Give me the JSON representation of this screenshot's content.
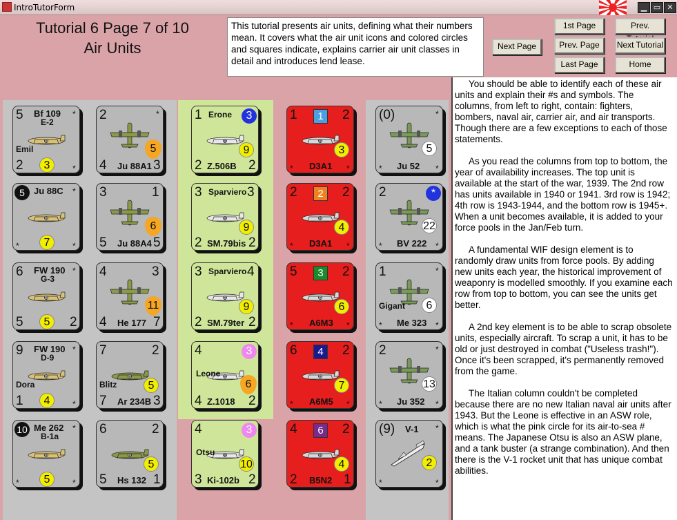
{
  "window": {
    "title": "IntroTutorForm"
  },
  "header": {
    "title": "Tutorial 6   Page 7 of 10",
    "subtitle": "Air Units",
    "intro": "This tutorial presents air units, defining what their numbers mean.  It covers what the air unit icons and colored circles and squares indicate, explains carrier air unit classes in detail and introduces lend lease."
  },
  "buttons": {
    "next_page": "Next Page",
    "first_page": "1st Page",
    "prev_page": "Prev. Page",
    "last_page": "Last Page",
    "prev_tutorial": "Prev. Tutorial",
    "next_tutorial": "Next Tutorial",
    "home": "Home"
  },
  "paragraphs": [
    "You should be able to identify each of these air units and explain their #s and symbols. The columns, from left to right, contain: fighters, bombers, naval air, carrier air, and air transports. Though there are a few exceptions to each of those statements.",
    "As you read the columns from top to bottom, the year of availability increases. The top unit is available at the start of the war, 1939.  The 2nd row has units available in 1940 or 1941.  3rd row is 1942; 4th row is 1943-1944, and the bottom row is 1945+.  When a unit becomes available, it is added to your force pools in the Jan/Feb turn.",
    "A fundamental WIF design element is to randomly draw units from force pools. By adding new units each year, the historical improvement of weaponry is modelled smoothly.  If you examine each row from top to bottom, you can see the units get better.",
    "A 2nd key element is to be able to scrap obsolete units, especially aircraft.  To scrap a unit, it has to be old or just destroyed in combat (\"Useless trash!\").  Once it's been scrapped, it's permanently removed from the game.",
    "The Italian column couldn't be completed because there are no new Italian naval air units after 1943.  But the Leone is effective in an ASW role, which is what the pink circle for its air-to-sea # means. The Japanese Otsu is also an ASW plane, and a tank buster (a strange combination).  And then there is the V-1 rocket unit that has unique combat abilities."
  ],
  "colors": {
    "german_bg": "#b8b8b8",
    "italian_bg": "#cfe69a",
    "japanese_bg": "#e61e1e",
    "column_strip": "#c4c4c4"
  },
  "counters": {
    "fighters": [
      {
        "name": "Bf 109",
        "model": "E-2",
        "nick": "Emil",
        "tl": "5",
        "bl": "2",
        "circle": "3",
        "circle_color": "#f2ee00",
        "plane": "fighter"
      },
      {
        "name": "Ju 88C",
        "model": "",
        "nick": "",
        "tl": "5",
        "tl_circle": "#111",
        "circle": "7",
        "circle_color": "#f2ee00",
        "plane": "twin"
      },
      {
        "name": "FW 190",
        "model": "G-3",
        "nick": "",
        "tl": "6",
        "bl": "5",
        "br": "2",
        "circle": "5",
        "circle_color": "#f2ee00",
        "plane": "fighter"
      },
      {
        "name": "FW 190",
        "model": "D-9",
        "nick": "Dora",
        "tl": "9",
        "bl": "1",
        "circle": "4",
        "circle_color": "#f2ee00",
        "plane": "fighter"
      },
      {
        "name": "Me 262",
        "model": "B-1a",
        "nick": "",
        "tl": "10",
        "tl_circle": "#111",
        "circle": "5",
        "circle_color": "#f2ee00",
        "plane": "twin"
      }
    ],
    "bombers": [
      {
        "name": "Ju 88A1",
        "tl": "2",
        "bl": "4",
        "br": "3",
        "side_num": "5",
        "side_color": "#f5a623"
      },
      {
        "name": "Ju 88A4",
        "tl": "3",
        "tr": "1",
        "bl": "5",
        "br": "5",
        "side_num": "6",
        "side_color": "#f5a623"
      },
      {
        "name": "He 177",
        "tl": "4",
        "tr": "3",
        "bl": "4",
        "br": "7",
        "side_num": "11",
        "side_color": "#f5a623"
      },
      {
        "name": "Ar 234B",
        "nick": "Blitz",
        "tl": "7",
        "tr": "2",
        "bl": "7",
        "br": "3",
        "circle": "5",
        "circle_color": "#f2ee00"
      },
      {
        "name": "Hs 132",
        "tl": "6",
        "tr": "2",
        "bl": "5",
        "br": "1",
        "circle": "5",
        "circle_color": "#f2ee00"
      }
    ],
    "naval": [
      {
        "name": "Z.506B",
        "nick": "Erone",
        "tl": "1",
        "tr": "3",
        "tr_color": "#2233dd",
        "bl": "2",
        "br": "2",
        "circle": "9",
        "circle_color": "#f2ee00"
      },
      {
        "name": "SM.79bis",
        "nick": "Sparviero",
        "tl": "3",
        "tr": "3",
        "bl": "2",
        "br": "2",
        "circle": "9",
        "circle_color": "#f2ee00"
      },
      {
        "name": "SM.79ter",
        "nick": "Sparviero",
        "tl": "3",
        "tr": "4",
        "bl": "2",
        "br": "2",
        "circle": "9",
        "circle_color": "#f2ee00"
      },
      {
        "name": "Z.1018",
        "nick": "Leone",
        "tl": "4",
        "tr": "3",
        "tr_color": "#ee88ee",
        "bl": "4",
        "br": "2",
        "side_num": "6",
        "side_color": "#f5a623"
      },
      {
        "name": "Ki-102b",
        "nick": "Otsu",
        "tl": "4",
        "tr": "3",
        "tr_color": "#ee88ee",
        "bl": "3",
        "br": "2",
        "circle": "10",
        "circle_color": "#f2ee00"
      }
    ],
    "carrier": [
      {
        "name": "D3A1",
        "tl": "1",
        "tr": "2",
        "sq": "1",
        "sq_color": "#4aa0e0",
        "circle": "3",
        "circle_color": "#f2ee00"
      },
      {
        "name": "D3A1",
        "tl": "2",
        "tr": "2",
        "sq": "2",
        "sq_color": "#f08020",
        "circle": "4",
        "circle_color": "#f2ee00"
      },
      {
        "name": "A6M3",
        "tl": "5",
        "tr": "2",
        "sq": "3",
        "sq_color": "#1a8a2a",
        "circle": "6",
        "circle_color": "#f2ee00"
      },
      {
        "name": "A6M5",
        "tl": "6",
        "tr": "2",
        "sq": "4",
        "sq_color": "#1a1a90",
        "circle": "7",
        "circle_color": "#f2ee00"
      },
      {
        "name": "B5N2",
        "tl": "4",
        "tr": "2",
        "sq": "6",
        "sq_color": "#7a2a8a",
        "bl": "2",
        "br": "1",
        "circle": "4",
        "circle_color": "#f2ee00"
      }
    ],
    "transports": [
      {
        "name": "Ju 52",
        "tl": "(0)",
        "circle": "5",
        "circle_color": "#ffffff"
      },
      {
        "name": "BV 222",
        "tl": "2",
        "circle": "22",
        "circle_color": "#ffffff",
        "tr_color": "#2233dd",
        "tr": "*"
      },
      {
        "name": "Me 323",
        "nick": "Gigant",
        "tl": "1",
        "circle": "6",
        "circle_color": "#ffffff"
      },
      {
        "name": "Ju 352",
        "tl": "2",
        "circle": "13",
        "circle_color": "#ffffff"
      },
      {
        "name": "V-1",
        "tl": "(9)",
        "circle": "2",
        "circle_color": "#f2ee00"
      }
    ]
  }
}
